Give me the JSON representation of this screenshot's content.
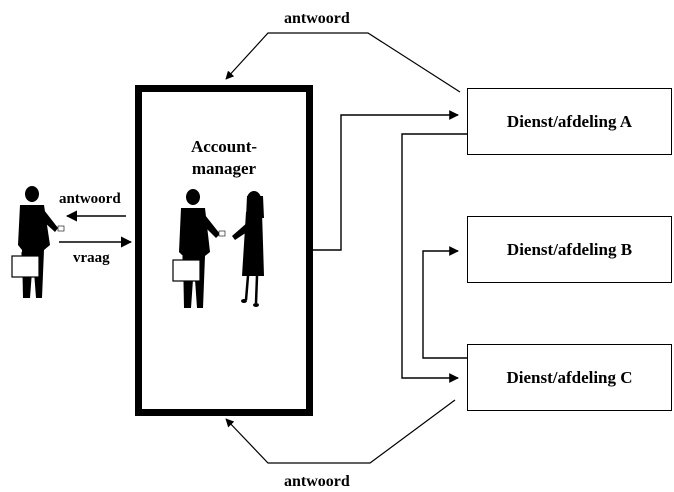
{
  "account_manager": {
    "line1": "Account-",
    "line2": "manager"
  },
  "labels": {
    "top_answer": "antwoord",
    "bottom_answer": "antwoord",
    "client_answer": "antwoord",
    "client_question": "vraag"
  },
  "departments": [
    {
      "label": "Dienst/afdeling A"
    },
    {
      "label": "Dienst/afdeling B"
    },
    {
      "label": "Dienst/afdeling C"
    }
  ]
}
